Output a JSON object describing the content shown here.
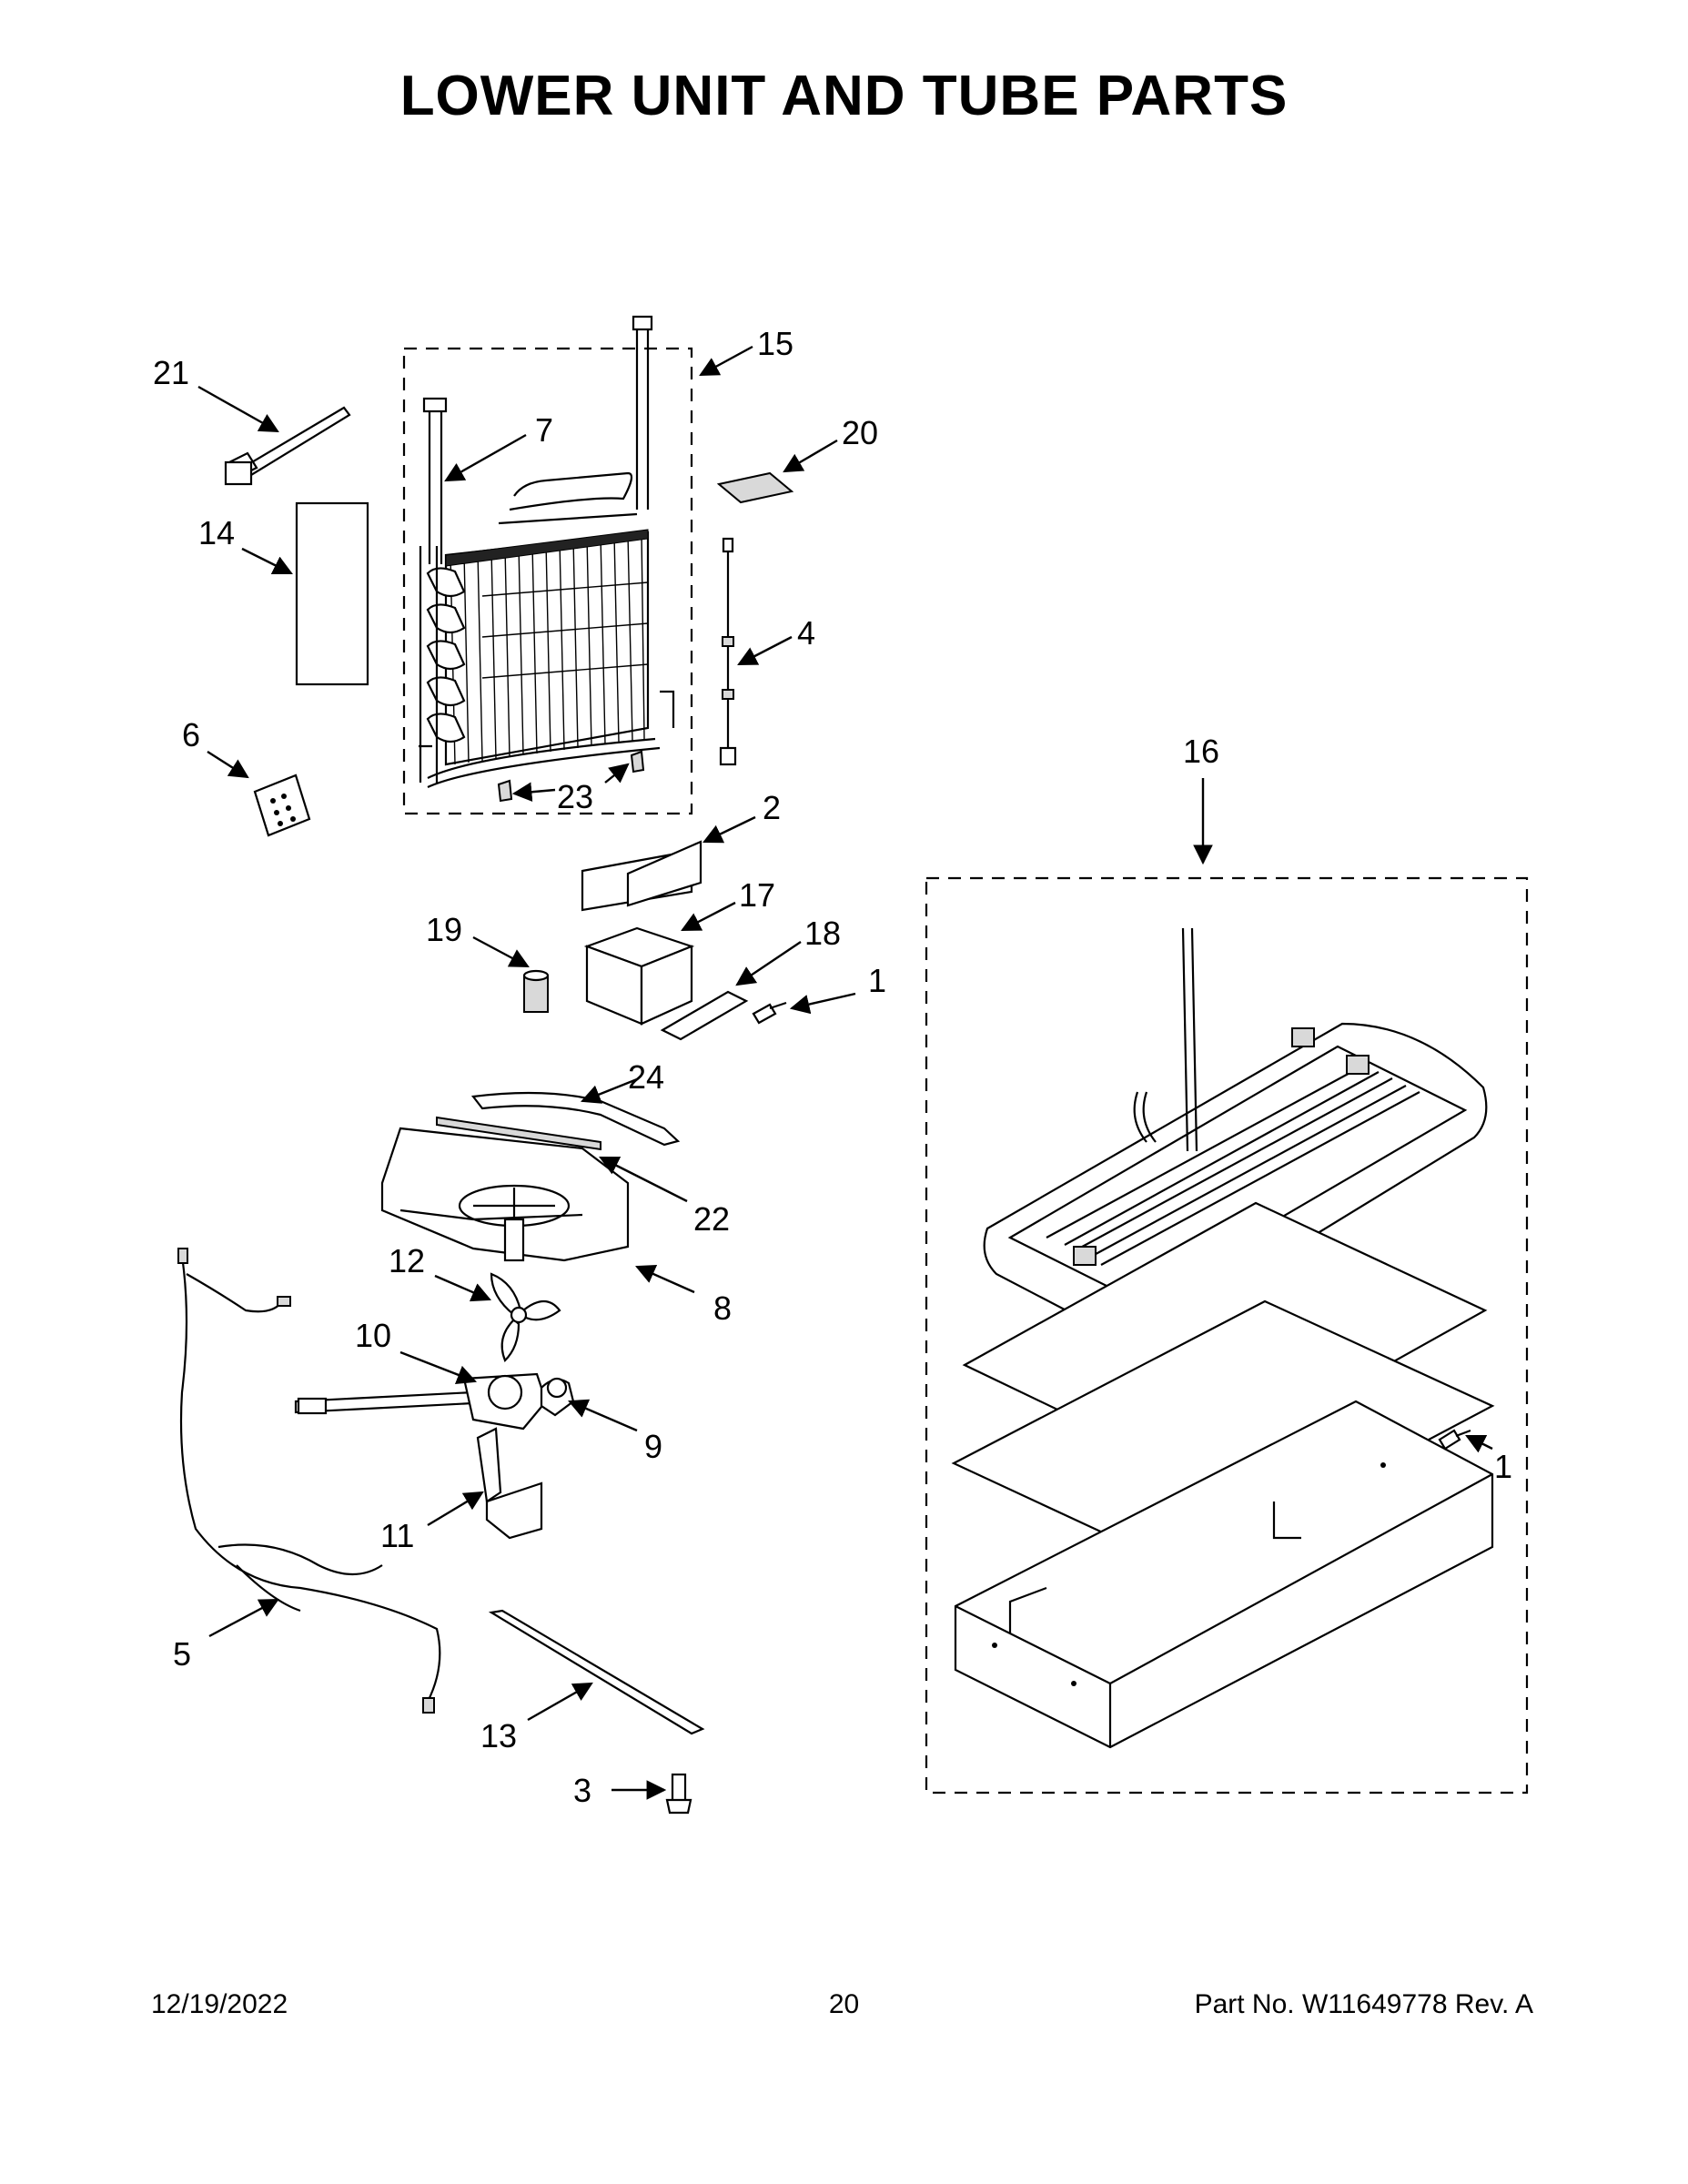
{
  "title": "LOWER UNIT AND TUBE PARTS",
  "callouts": [
    {
      "key": "c21",
      "label": "21"
    },
    {
      "key": "c15",
      "label": "15"
    },
    {
      "key": "c7",
      "label": "7"
    },
    {
      "key": "c20",
      "label": "20"
    },
    {
      "key": "c14",
      "label": "14"
    },
    {
      "key": "c4",
      "label": "4"
    },
    {
      "key": "c6",
      "label": "6"
    },
    {
      "key": "c23",
      "label": "23"
    },
    {
      "key": "c16",
      "label": "16"
    },
    {
      "key": "c2",
      "label": "2"
    },
    {
      "key": "c17",
      "label": "17"
    },
    {
      "key": "c19",
      "label": "19"
    },
    {
      "key": "c18",
      "label": "18"
    },
    {
      "key": "c1a",
      "label": "1"
    },
    {
      "key": "c24",
      "label": "24"
    },
    {
      "key": "c22",
      "label": "22"
    },
    {
      "key": "c12",
      "label": "12"
    },
    {
      "key": "c8",
      "label": "8"
    },
    {
      "key": "c10",
      "label": "10"
    },
    {
      "key": "c9",
      "label": "9"
    },
    {
      "key": "c11",
      "label": "11"
    },
    {
      "key": "c1b",
      "label": "1"
    },
    {
      "key": "c5",
      "label": "5"
    },
    {
      "key": "c13",
      "label": "13"
    },
    {
      "key": "c3",
      "label": "3"
    }
  ],
  "footer": {
    "date": "12/19/2022",
    "page": "20",
    "part": "Part No.  W11649778  Rev.  A"
  }
}
